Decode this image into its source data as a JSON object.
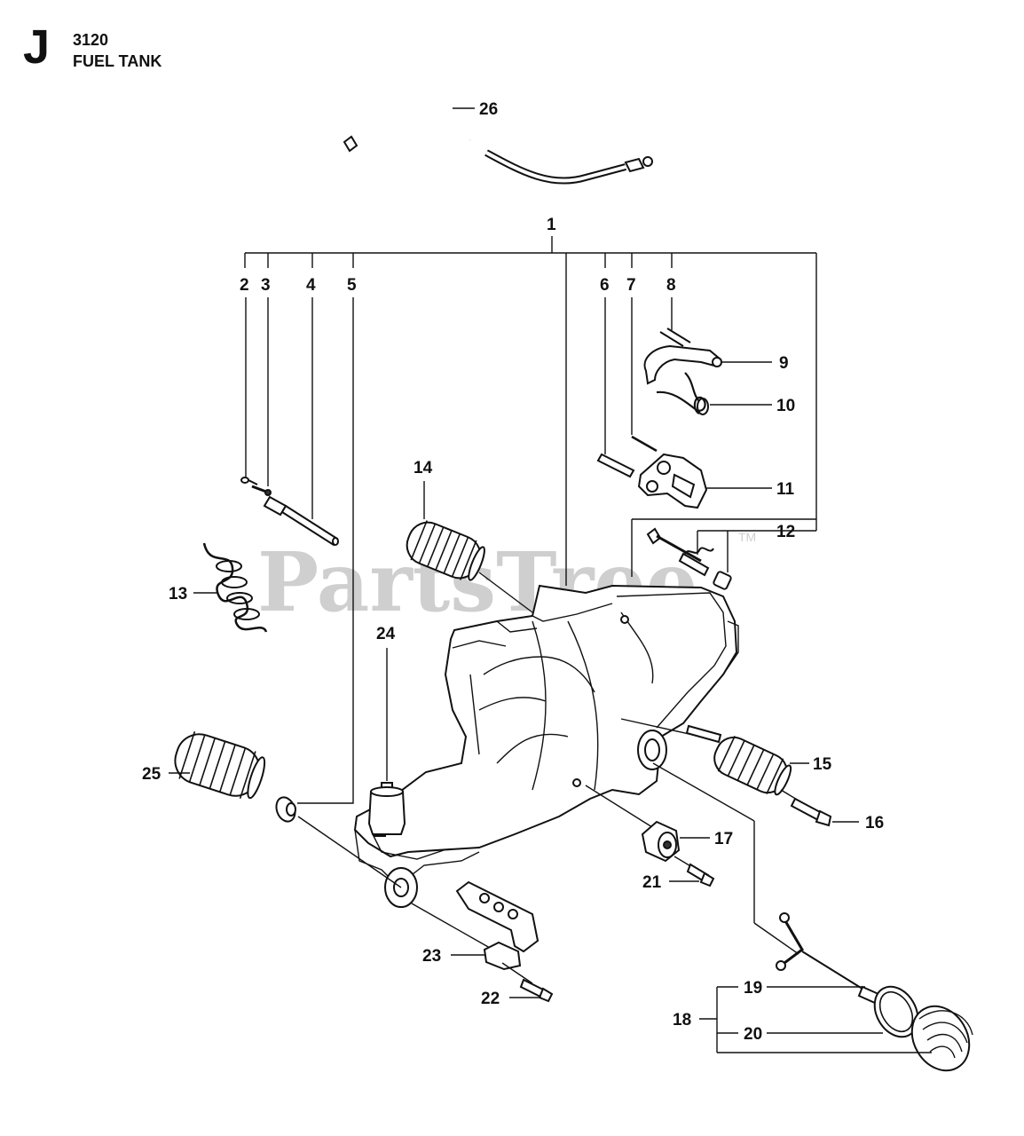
{
  "header": {
    "section_letter": "J",
    "section_code": "3120",
    "section_title": "FUEL TANK"
  },
  "watermark": {
    "text": "PartsTree",
    "trademark": "TM"
  },
  "callouts": {
    "c1": "1",
    "c2": "2",
    "c3": "3",
    "c4": "4",
    "c5": "5",
    "c6": "6",
    "c7": "7",
    "c8": "8",
    "c9": "9",
    "c10": "10",
    "c11": "11",
    "c12": "12",
    "c13": "13",
    "c14": "14",
    "c15": "15",
    "c16": "16",
    "c17": "17",
    "c18": "18",
    "c19": "19",
    "c20": "20",
    "c21": "21",
    "c22": "22",
    "c23": "23",
    "c24": "24",
    "c25": "25",
    "c26": "26"
  }
}
